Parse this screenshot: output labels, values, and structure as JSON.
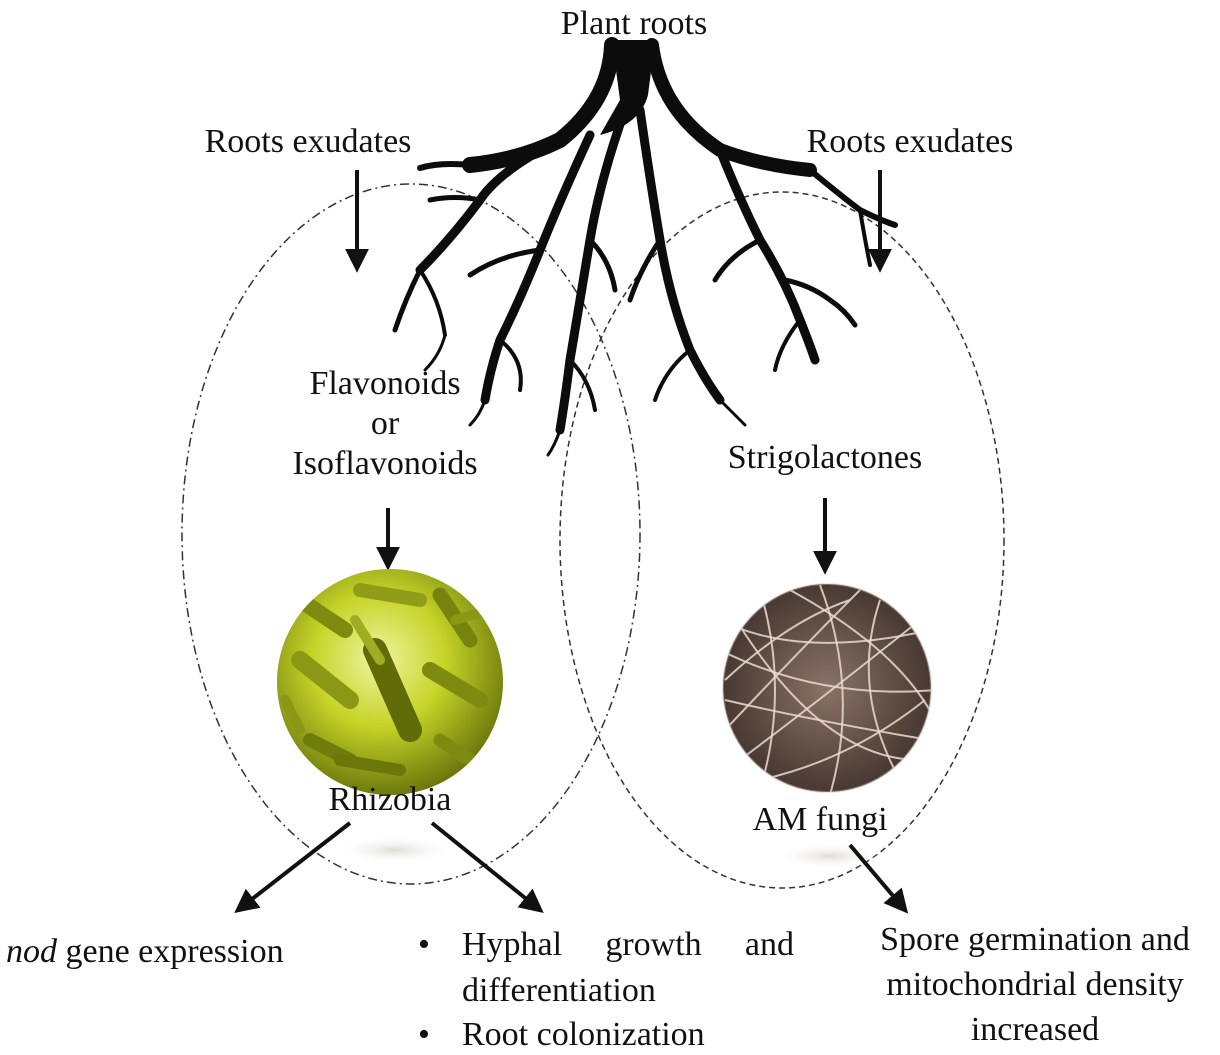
{
  "top_label": "Plant roots",
  "exudates_left": "Roots exudates",
  "exudates_right": "Roots exudates",
  "flavonoids": {
    "line1": "Flavonoids",
    "line2": "or",
    "line3": "Isoflavonoids"
  },
  "strigolactones": "Strigolactones",
  "rhizobia_label": "Rhizobia",
  "amf_label": "AM fungi",
  "nod": {
    "italic": "nod",
    "rest": " gene expression"
  },
  "hyphal_bullets": {
    "bullet_glyph": "•",
    "item1_line1_words": [
      "Hyphal",
      "growth",
      "and"
    ],
    "item1_line2": "differentiation",
    "item2": "Root colonization"
  },
  "spore": {
    "line1": "Spore germination and",
    "line2": "mitochondrial density",
    "line3": "increased"
  },
  "colors": {
    "ink": "#111111",
    "bacteria_bg": "#b9c81f",
    "bacteria_cell": "#7f8d12",
    "fungi_bg": "#5a4a42",
    "fungi_strand": "#ead9cf"
  }
}
